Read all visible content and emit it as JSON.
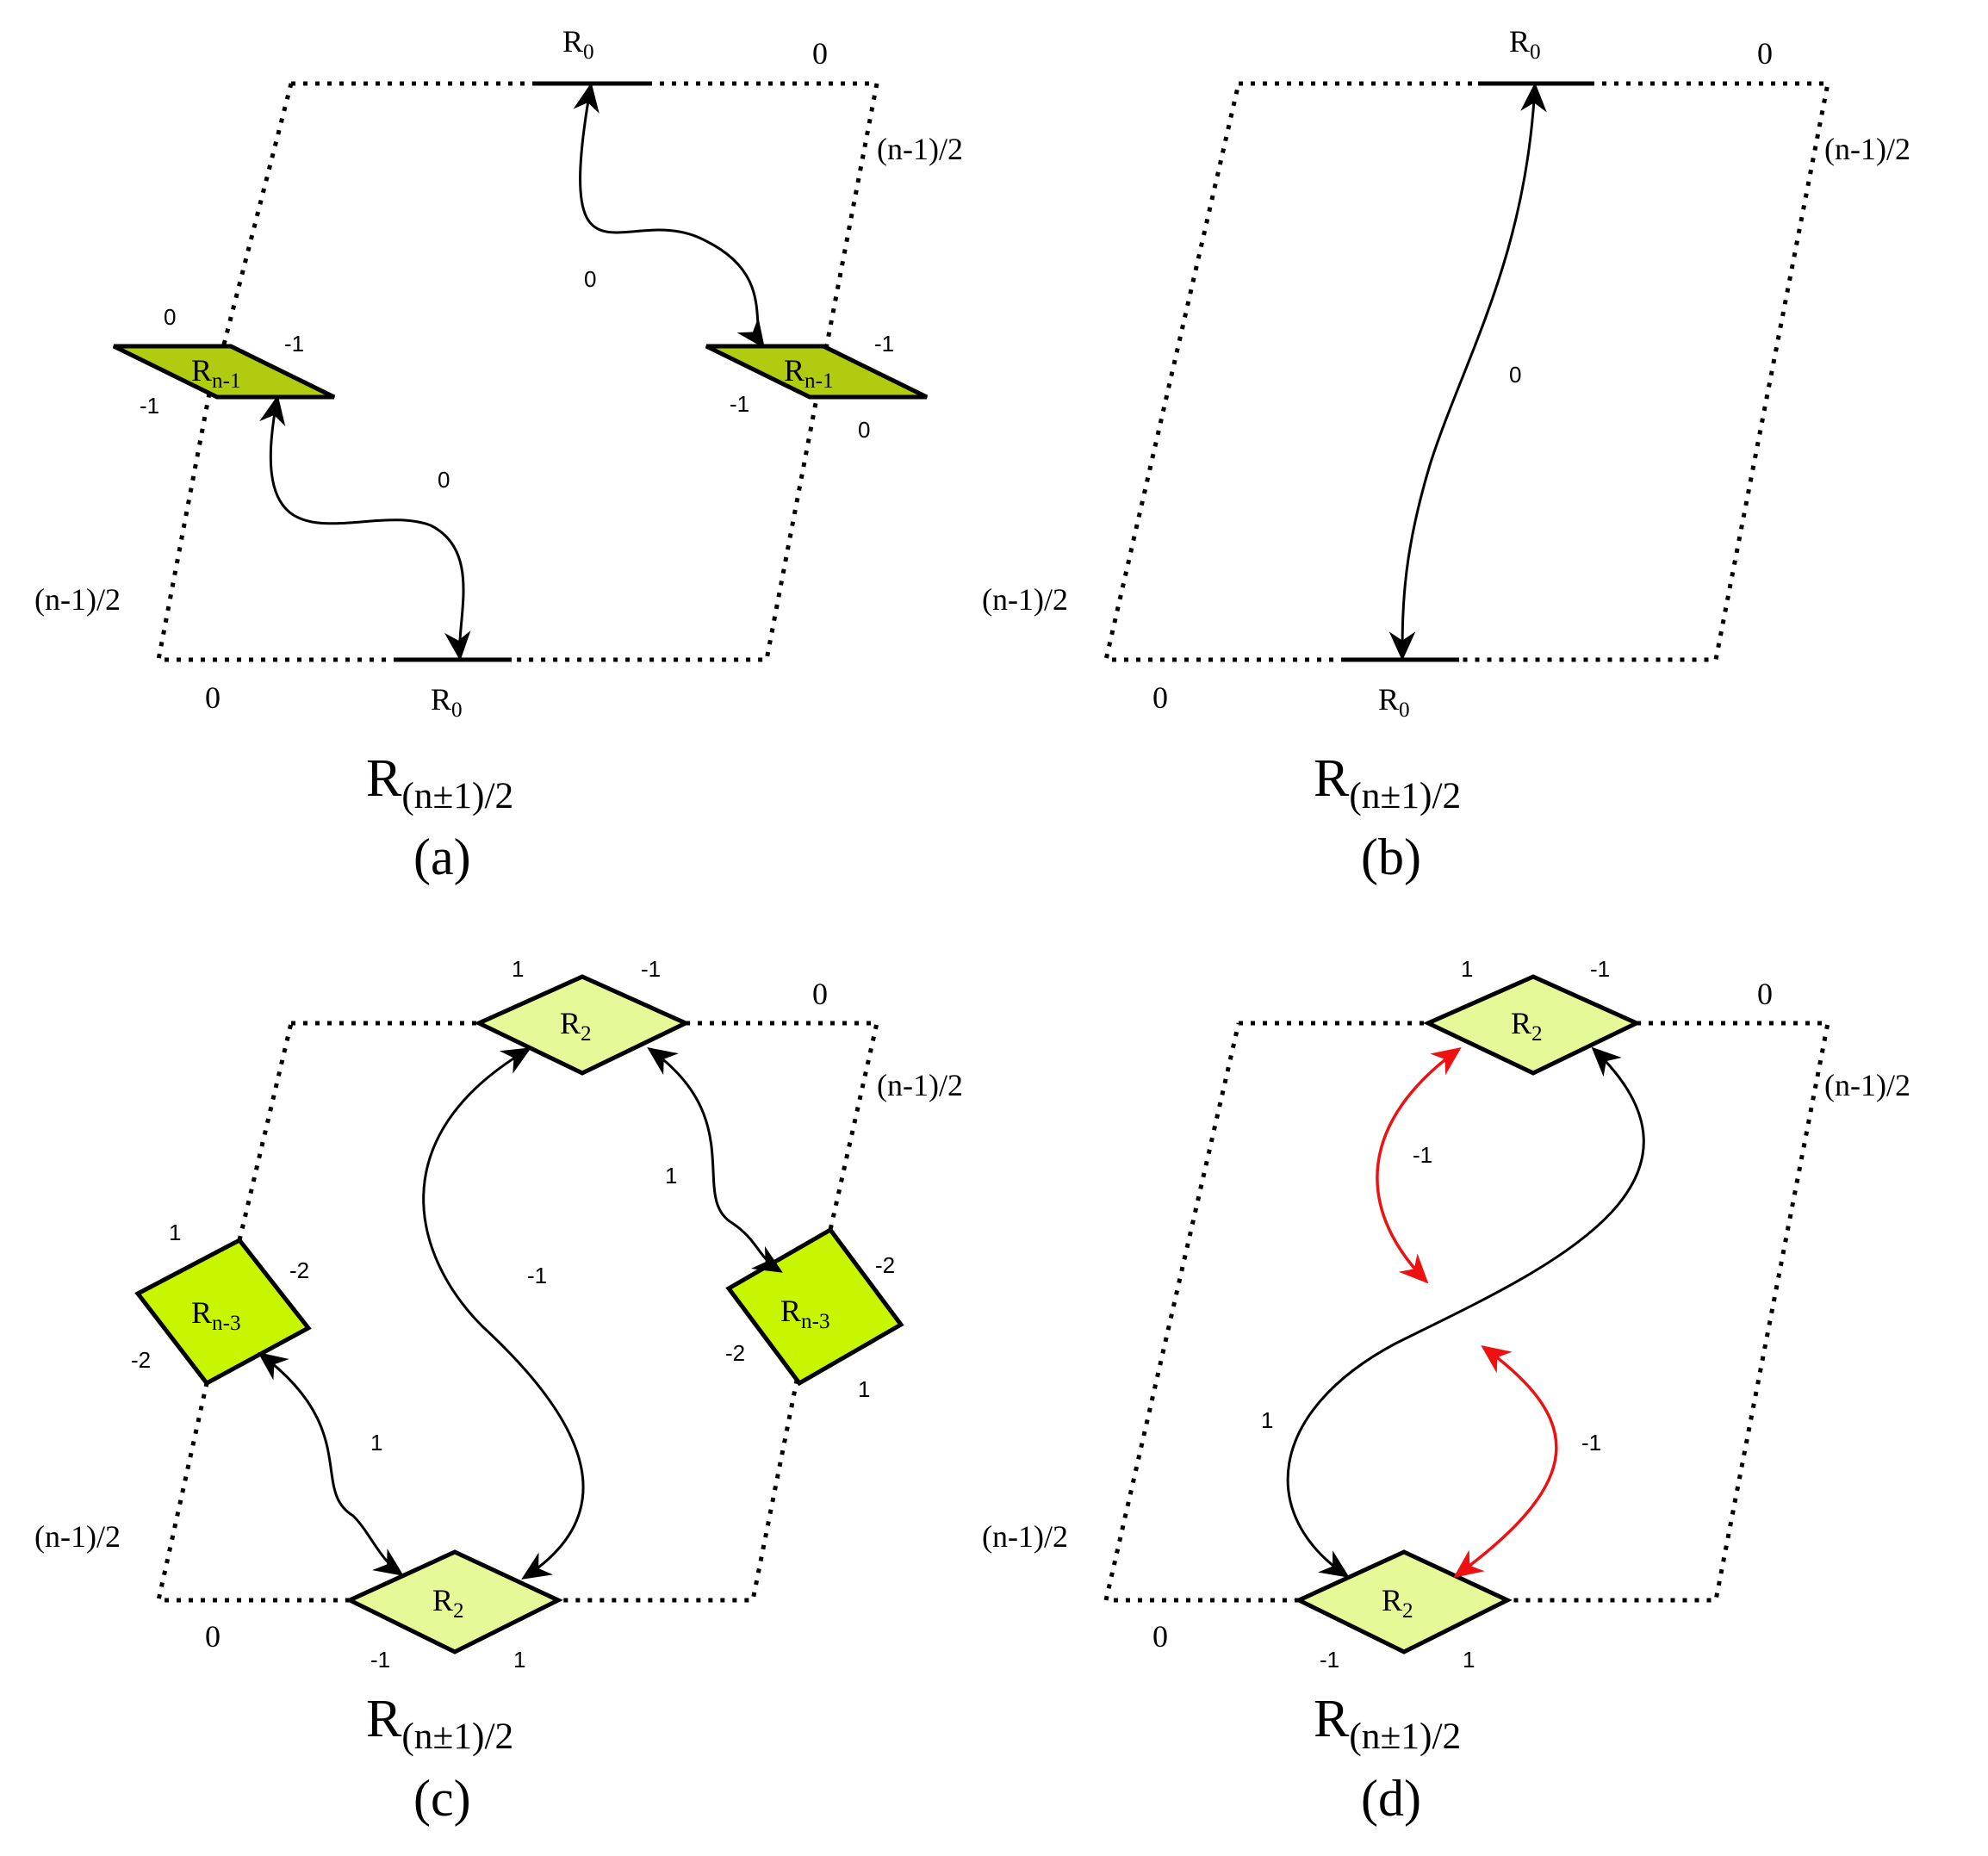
{
  "common": {
    "label_zero": "0",
    "label_half": "(n-1)/2",
    "label_minus_one": "-1",
    "label_minus_two": "-2",
    "label_one": "1",
    "R_letter": "R",
    "sub_0": "0",
    "sub_2": "2",
    "sub_n1": "n-1",
    "sub_n3": "n-3",
    "bottom_sub": "(n±1)/2"
  },
  "panels": {
    "a": {
      "caption": "(a)"
    },
    "b": {
      "caption": "(b)"
    },
    "c": {
      "caption": "(c)"
    },
    "d": {
      "caption": "(d)"
    }
  },
  "colors": {
    "shape_a": "#b1cc10",
    "shape_dark": "#c8f500",
    "shape_light": "#e6f998",
    "red_arrow": "#ee1111"
  }
}
